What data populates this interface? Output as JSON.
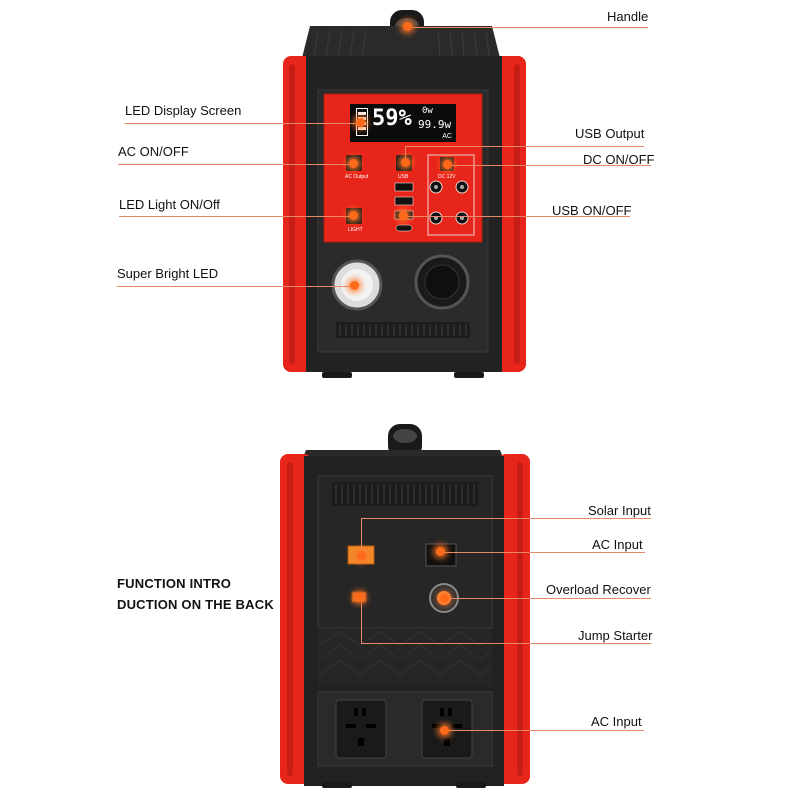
{
  "front_labels": {
    "handle": "Handle",
    "led_display": "LED Display Screen",
    "ac_on_off": "AC ON/OFF",
    "led_light": "LED Light ON/Off",
    "super_bright_led": "Super Bright LED",
    "usb_output": "USB Output",
    "dc_on_off": "DC ON/OFF",
    "usb_on_off": "USB ON/OFF"
  },
  "panel": {
    "display_percent": "59%",
    "display_watts_in": "0w",
    "display_watts_out": "99.9w",
    "display_mode": "AC",
    "ac_button_label": "AC Output",
    "usb_label": "USB",
    "dc_label": "DC 12V",
    "light_label": "LIGHT"
  },
  "back_labels": {
    "intro_line1": "FUNCTION INTRO",
    "intro_line2": "DUCTION ON THE BACK",
    "solar_input": "Solar Input",
    "ac_input": "AC Input",
    "overload_recover": "Overload Recover",
    "jump_starter": "Jump Starter",
    "ac_input_outlets": "AC Input"
  },
  "colors": {
    "accent_red": "#e8251b",
    "body_dark": "#232323",
    "callout_line": "#e88a6a",
    "glow": "#ff6a1a"
  }
}
